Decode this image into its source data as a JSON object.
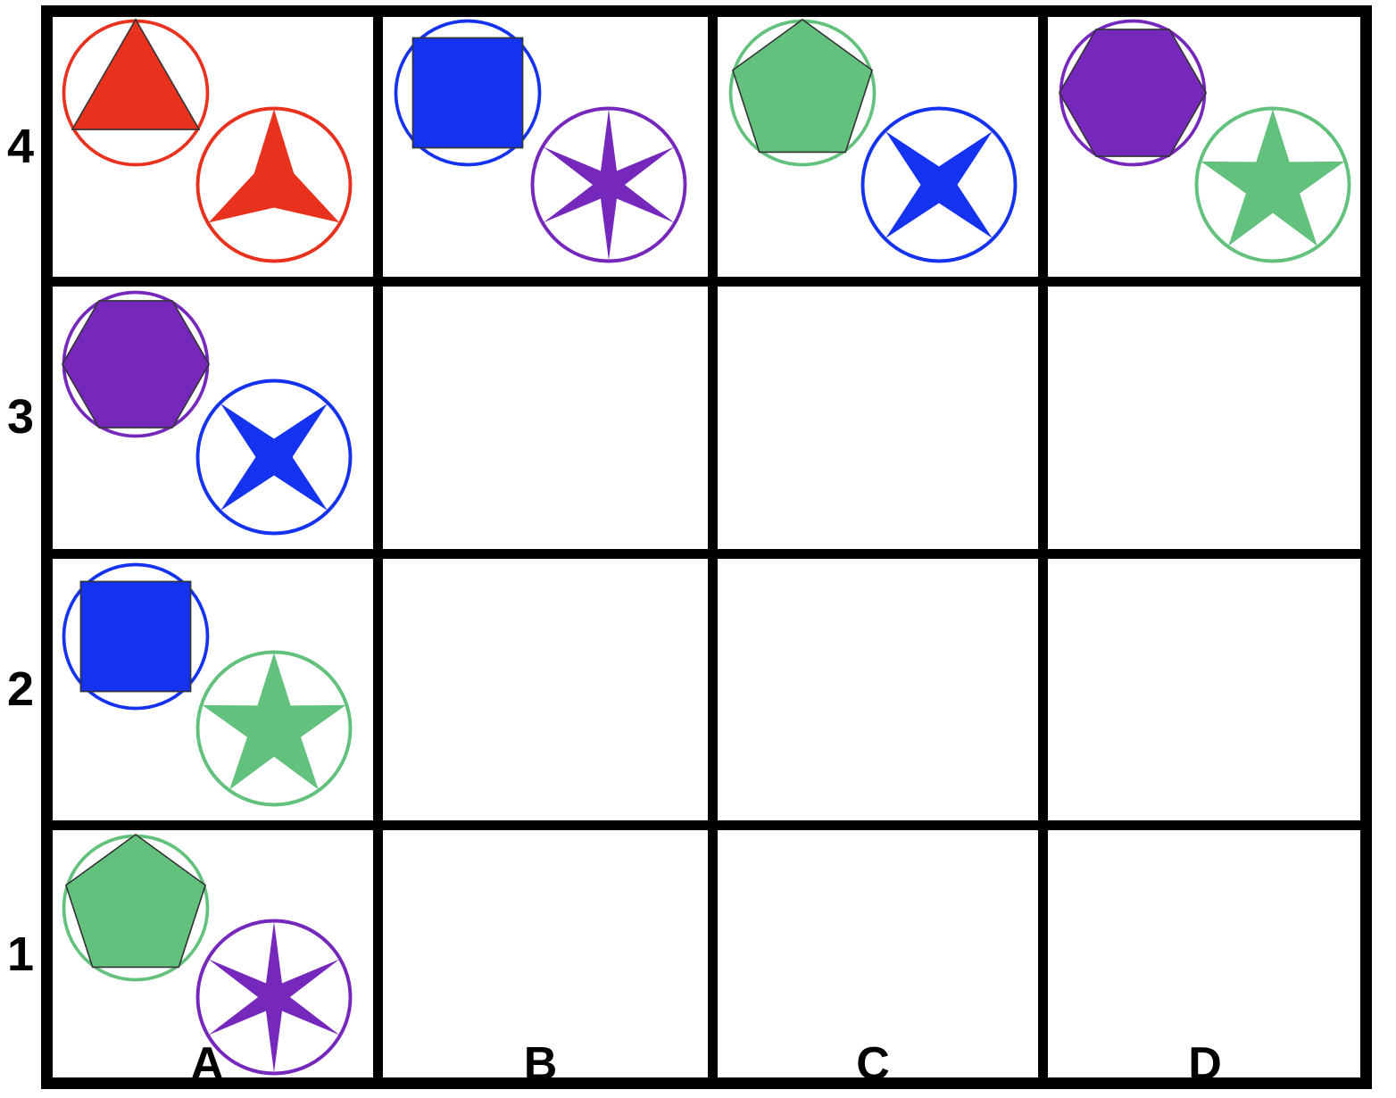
{
  "grid": {
    "columns": 4,
    "rows": 4,
    "column_labels": [
      "A",
      "B",
      "C",
      "D"
    ],
    "row_labels": [
      "4",
      "3",
      "2",
      "1"
    ],
    "frame_color": "#000000",
    "background_color": "#ffffff"
  },
  "palette": {
    "red": "#E8321E",
    "blue": "#1432F0",
    "green": "#62C17D",
    "purple": "#7528BB",
    "outline": "#333333"
  },
  "cells": [
    {
      "id": "A4",
      "column": "A",
      "row": "4",
      "shapes": [
        {
          "slot": "upper-left",
          "name": "triangle-in-circle",
          "polygon": "triangle",
          "color_name": "red",
          "color": "#E8321E",
          "filled": true,
          "circle": true
        },
        {
          "slot": "lower-right",
          "name": "star-3-in-circle",
          "polygon": "star3",
          "color_name": "red",
          "color": "#E8321E",
          "filled": true,
          "circle": true
        }
      ]
    },
    {
      "id": "B4",
      "column": "B",
      "row": "4",
      "shapes": [
        {
          "slot": "upper-left",
          "name": "square-in-circle",
          "polygon": "square",
          "color_name": "blue",
          "color": "#1432F0",
          "filled": true,
          "circle": true
        },
        {
          "slot": "lower-right",
          "name": "star-6-in-circle",
          "polygon": "star6",
          "color_name": "purple",
          "color": "#7528BB",
          "filled": true,
          "circle": true
        }
      ]
    },
    {
      "id": "C4",
      "column": "C",
      "row": "4",
      "shapes": [
        {
          "slot": "upper-left",
          "name": "pentagon-in-circle",
          "polygon": "pentagon",
          "color_name": "green",
          "color": "#62C17D",
          "filled": true,
          "circle": true
        },
        {
          "slot": "lower-right",
          "name": "star-4-in-circle",
          "polygon": "star4",
          "color_name": "blue",
          "color": "#1432F0",
          "filled": true,
          "circle": true
        }
      ]
    },
    {
      "id": "D4",
      "column": "D",
      "row": "4",
      "shapes": [
        {
          "slot": "upper-left",
          "name": "hexagon-in-circle",
          "polygon": "hexagon",
          "color_name": "purple",
          "color": "#7528BB",
          "filled": true,
          "circle": true
        },
        {
          "slot": "lower-right",
          "name": "star-5-in-circle",
          "polygon": "star5",
          "color_name": "green",
          "color": "#62C17D",
          "filled": true,
          "circle": true
        }
      ]
    },
    {
      "id": "A3",
      "column": "A",
      "row": "3",
      "shapes": [
        {
          "slot": "upper-left",
          "name": "hexagon-in-circle",
          "polygon": "hexagon",
          "color_name": "purple",
          "color": "#7528BB",
          "filled": true,
          "circle": true
        },
        {
          "slot": "lower-right",
          "name": "star-4-in-circle",
          "polygon": "star4",
          "color_name": "blue",
          "color": "#1432F0",
          "filled": true,
          "circle": true
        }
      ]
    },
    {
      "id": "B3",
      "column": "B",
      "row": "3",
      "shapes": []
    },
    {
      "id": "C3",
      "column": "C",
      "row": "3",
      "shapes": []
    },
    {
      "id": "D3",
      "column": "D",
      "row": "3",
      "shapes": []
    },
    {
      "id": "A2",
      "column": "A",
      "row": "2",
      "shapes": [
        {
          "slot": "upper-left",
          "name": "square-in-circle",
          "polygon": "square",
          "color_name": "blue",
          "color": "#1432F0",
          "filled": true,
          "circle": true
        },
        {
          "slot": "lower-right",
          "name": "star-5-in-circle",
          "polygon": "star5",
          "color_name": "green",
          "color": "#62C17D",
          "filled": true,
          "circle": true
        }
      ]
    },
    {
      "id": "B2",
      "column": "B",
      "row": "2",
      "shapes": []
    },
    {
      "id": "C2",
      "column": "C",
      "row": "2",
      "shapes": []
    },
    {
      "id": "D2",
      "column": "D",
      "row": "2",
      "shapes": []
    },
    {
      "id": "A1",
      "column": "A",
      "row": "1",
      "shapes": [
        {
          "slot": "upper-left",
          "name": "pentagon-in-circle",
          "polygon": "pentagon",
          "color_name": "green",
          "color": "#62C17D",
          "filled": true,
          "circle": true
        },
        {
          "slot": "lower-right",
          "name": "star-6-in-circle",
          "polygon": "star6",
          "color_name": "purple",
          "color": "#7528BB",
          "filled": true,
          "circle": true
        }
      ]
    },
    {
      "id": "B1",
      "column": "B",
      "row": "1",
      "shapes": []
    },
    {
      "id": "C1",
      "column": "C",
      "row": "1",
      "shapes": []
    },
    {
      "id": "D1",
      "column": "D",
      "row": "1",
      "shapes": []
    }
  ]
}
